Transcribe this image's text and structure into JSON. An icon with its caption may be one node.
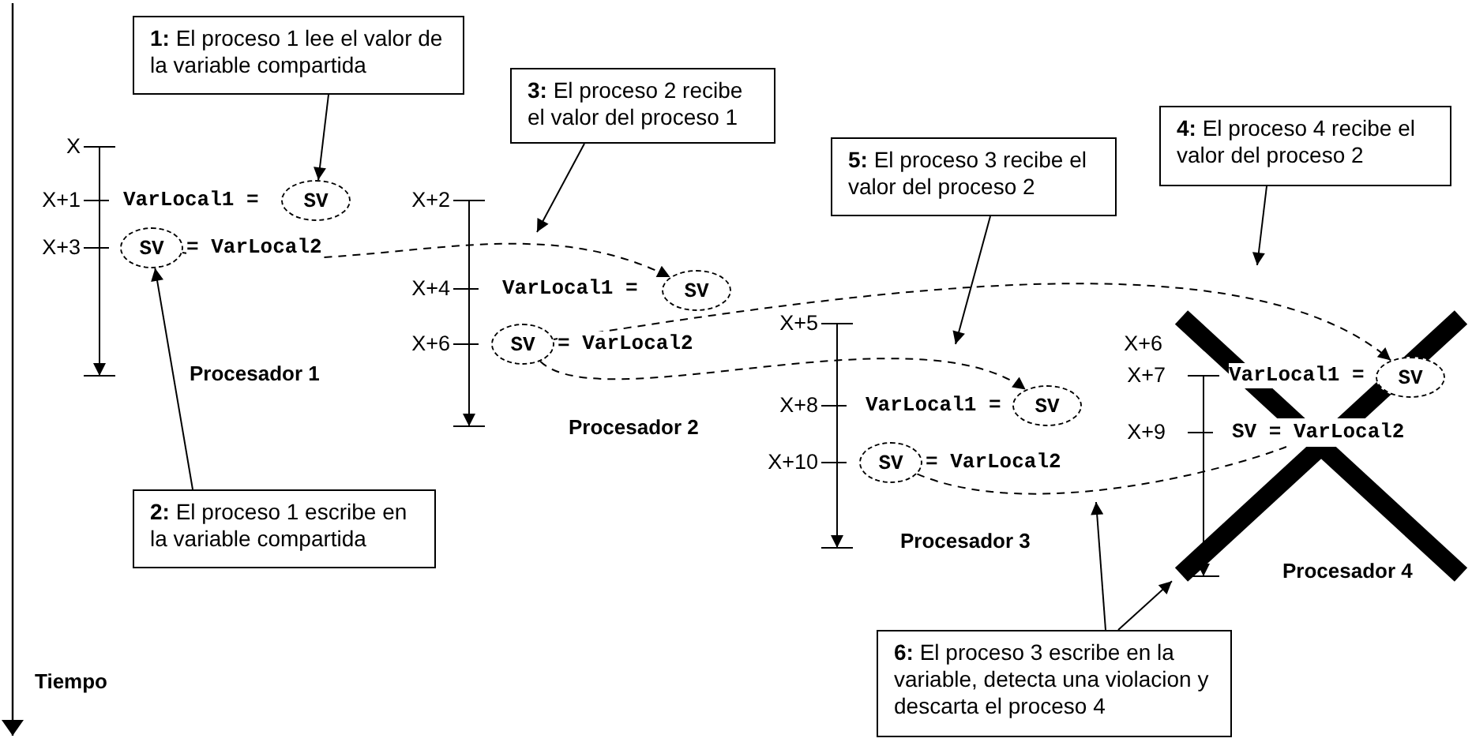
{
  "diagram": {
    "nodes": [
      {
        "text": [
          "**1:** El proceso 1 lee el valor de la variable compartida"
        ]
      },
      {
        "text": [
          "SV"
        ]
      },
      {
        "text": [
          "SV"
        ]
      },
      {
        "text": [
          "**2:** El proceso 1 escribe en la variable compartida"
        ]
      },
      {
        "text": [
          "**3:** El proceso 2 recibe el valor del proceso 1"
        ]
      },
      {
        "text": [
          "SV"
        ]
      },
      {
        "text": [
          "SV"
        ]
      },
      {
        "text": [
          "**5:** El proceso 3 recibe el valor del proceso 2"
        ]
      },
      {
        "text": [
          "SV"
        ]
      },
      {
        "text": [
          "SV"
        ]
      },
      {
        "text": [
          "**4:** El proceso 4 recibe el valor del proceso 2"
        ]
      },
      {
        "text": [
          "SV"
        ],
        "in": 13
      },
      {
        "text": [
          "SV = VarLocal2"
        ],
        "in": 13
      },
      {
        "text": [],
        "shape": "cross"
      },
      {
        "text": [
          "**6:** El proceso 3 escribe en la variable, detecta una violacion y descarta el proceso 4"
        ]
      }
    ],
    "edges": [
      {
        "from": 0,
        "to": 1,
        "arrow": "to"
      },
      {
        "from": 3,
        "to": 2,
        "arrow": "to"
      },
      {
        "from": 2,
        "to": 5,
        "arrow": "to",
        "style": "dashed"
      },
      {
        "from": 4,
        "to": null,
        "arrow": "to"
      },
      {
        "from": 6,
        "to": 11,
        "arrow": "to",
        "style": "dashed"
      },
      {
        "from": 6,
        "to": 8,
        "arrow": "to",
        "style": "dashed"
      },
      {
        "from": 7,
        "to": null,
        "arrow": "to"
      },
      {
        "from": 10,
        "to": null,
        "arrow": "to"
      },
      {
        "from": 9,
        "to": 12,
        "arrow": "none",
        "style": "dashed"
      },
      {
        "from": 14,
        "to": null,
        "arrow": "to"
      },
      {
        "from": 14,
        "to": 13,
        "arrow": "to"
      }
    ],
    "labels": [
      "X",
      "X+1",
      "VarLocal1 =",
      "X+3",
      "= VarLocal2",
      "Procesador 1",
      "X+2",
      "X+4",
      "VarLocal1 =",
      "X+6",
      "= VarLocal2",
      "Procesador 2",
      "X+5",
      "X+8",
      "VarLocal1 =",
      "X+10",
      "= VarLocal2",
      "Procesador 3",
      "X+6",
      "X+7",
      "VarLocal1 =",
      "X+9",
      "Procesador 4",
      "Tiempo"
    ]
  }
}
